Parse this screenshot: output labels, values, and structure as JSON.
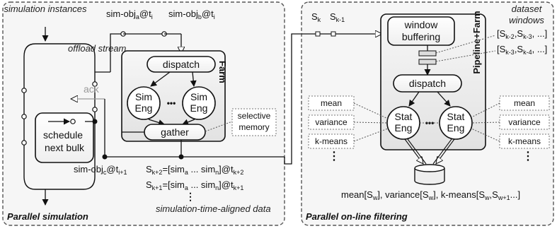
{
  "left_panel": {
    "label": "Parallel simulation",
    "simulation_instances": "simulation instances",
    "offload_stream": "offload stream",
    "ack": "ack",
    "scheduler": [
      "schedule",
      "next bulk"
    ],
    "sim_obj_a": "sim-obj",
    "sim_obj_a_sub": "a",
    "sim_obj_a_time": "@t",
    "sim_obj_a_time_sub": "i",
    "sim_obj_b": "sim-obj",
    "sim_obj_b_sub": "b",
    "sim_obj_b_time": "@t",
    "sim_obj_b_time_sub": "i",
    "sim_obj_c": "sim-obj",
    "sim_obj_c_sub": "c",
    "sim_obj_c_time": "@t",
    "sim_obj_c_time_sub": "i+1",
    "farm_label": "Farm",
    "dispatch": "dispatch",
    "gather": "gather",
    "sim_eng": [
      "Sim",
      "Eng"
    ],
    "ellipsis": "•••",
    "selective_memory": [
      "selective",
      "memory"
    ],
    "aligned_data": "simulation-time-aligned data",
    "s_k2": "S",
    "s_k2_sub": "k+2",
    "s_k2_eq": "=[sim",
    "s_k2_a": "a",
    "s_k2_mid": " ... sim",
    "s_k2_n": "n",
    "s_k2_end": "]@t",
    "s_k2_tsub": "k+2",
    "s_k1": "S",
    "s_k1_sub": "k+1",
    "s_k1_eq": "=[sim",
    "s_k1_a": "a",
    "s_k1_mid": " ... sim",
    "s_k1_n": "n",
    "s_k1_end": "]@t",
    "s_k1_tsub": "k+1"
  },
  "right_panel": {
    "label": "Parallel on-line filtering",
    "sk": "S",
    "sk_sub": "k",
    "sk1": "S",
    "sk1_sub": "k-1",
    "window_buffering": [
      "window",
      "buffering"
    ],
    "dataset_windows": [
      "dataset",
      "windows"
    ],
    "win1": "[S",
    "win1_s1": "k-2",
    "win1_mid": ",S",
    "win1_s2": "k-3",
    "win1_end": ", ...]",
    "win2": "[S",
    "win2_s1": "k-3",
    "win2_mid": ",S",
    "win2_s2": "k-4",
    "win2_end": ", ...]",
    "pipeline_farm": "Pipeline+Farm",
    "dispatch": "dispatch",
    "stat_eng": [
      "Stat",
      "Eng"
    ],
    "ellipsis": "•••",
    "filters_left": [
      "mean",
      "variance",
      "k-means"
    ],
    "filters_right": [
      "mean",
      "variance",
      "k-means"
    ],
    "vdots": "⋮",
    "result_1": "mean[S",
    "result_1_sub": "w",
    "result_2": "], variance[S",
    "result_2_sub": "w",
    "result_3": "], k-means[S",
    "result_3_sub": "w",
    "result_4": ",S",
    "result_4_sub": "w+1",
    "result_5": "...]"
  }
}
